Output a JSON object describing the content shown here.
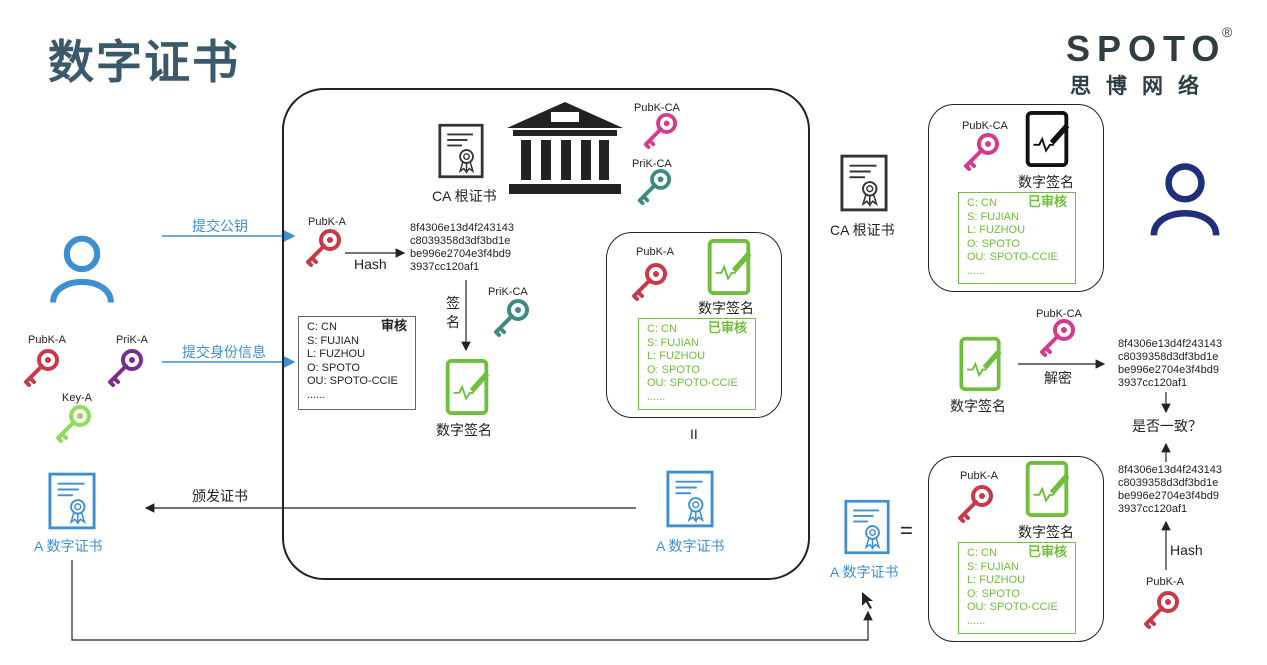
{
  "title": "数字证书",
  "logo": {
    "name": "SPOTO",
    "registered": "®",
    "subtitle": "思博网络"
  },
  "labels": {
    "submit_pubkey": "提交公钥",
    "submit_identity": "提交身份信息",
    "issue_cert": "颁发证书",
    "hash": "Hash",
    "sign": "签名",
    "decrypt": "解密",
    "is_consistent": "是否一致？",
    "equals": "=",
    "parallel": "II",
    "digital_signature": "数字签名",
    "ca_root_cert": "CA 根证书",
    "a_digital_cert": "A 数字证书",
    "pubk_a": "PubK-A",
    "prik_a": "PriK-A",
    "key_a": "Key-A",
    "pubk_ca": "PubK-CA",
    "prik_ca": "PriK-CA"
  },
  "hash_value": "8f4306e13d4f243143\nc8039358d3df3bd1e\nbe996e2704e3f4bd9\n3937cc120af1",
  "identity_info": {
    "stamp_pending": "审核",
    "stamp_approved": "已审核",
    "lines": [
      "C: CN",
      "S: FUJIAN",
      "L: FUZHOU",
      "O: SPOTO",
      "OU: SPOTO-CCIE",
      "......"
    ]
  },
  "colors": {
    "pubk": "#c8394a",
    "prik_a": "#7b2d8f",
    "key_a": "#8fdc5a",
    "pubk_ca": "#d23c8c",
    "prik_ca": "#3d8a80",
    "approved": "#6fbf3a",
    "arrow_blue": "#3d8fd1",
    "user_left": "#3d8fd1",
    "user_right": "#1f2f7a"
  }
}
